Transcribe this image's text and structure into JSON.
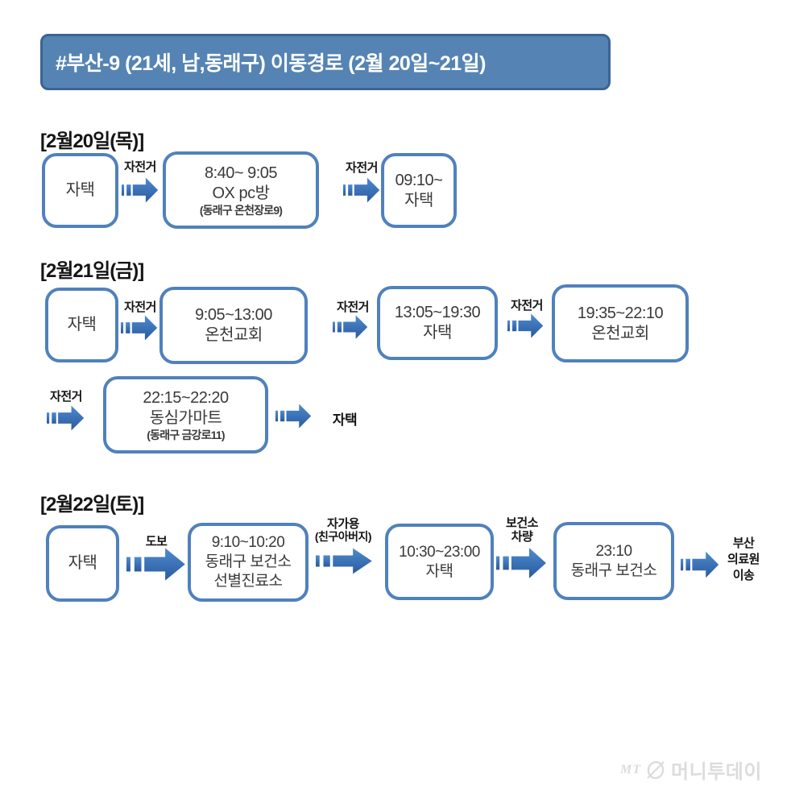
{
  "title": "#부산-9 (21세, 남,동래구) 이동경로 (2월 20일~21일)",
  "day1": {
    "label": "[2월20일(목)]",
    "home": "자택",
    "arrow1_label": "자전거",
    "stop1": {
      "time": "8:40~ 9:05",
      "place": "OX pc방",
      "address": "(동래구 온천장로9)"
    },
    "arrow2_label": "자전거",
    "stop2": {
      "time": "09:10~",
      "place": "자택"
    }
  },
  "day2": {
    "label": "[2월21일(금)]",
    "home": "자택",
    "arrow1_label": "자전거",
    "stop1": {
      "time": "9:05~13:00",
      "place": "온천교회"
    },
    "arrow2_label": "자전거",
    "stop2": {
      "time": "13:05~19:30",
      "place": "자택"
    },
    "arrow3_label": "자전거",
    "stop3": {
      "time": "19:35~22:10",
      "place": "온천교회"
    },
    "arrow4_label": "자전거",
    "stop4": {
      "time": "22:15~22:20",
      "place": "동심가마트",
      "address": "(동래구 금강로11)"
    },
    "end": "자택"
  },
  "day3": {
    "label": "[2월22일(토)]",
    "home": "자택",
    "arrow1_label": "도보",
    "stop1": {
      "time": "9:10~10:20",
      "place": "동래구 보건소",
      "place2": "선별진료소"
    },
    "arrow2_label1": "자가용",
    "arrow2_label2": "(친구아버지)",
    "stop2": {
      "time": "10:30~23:00",
      "place": "자택"
    },
    "arrow3_label1": "보건소",
    "arrow3_label2": "차량",
    "stop3": {
      "time": "23:10",
      "place": "동래구 보건소"
    },
    "end1": "부산",
    "end2": "의료원",
    "end3": "이송"
  },
  "watermark": {
    "mt": "MT",
    "name": "머니투데이"
  },
  "colors": {
    "header_fill": "#5584b4",
    "header_border": "#3d6391",
    "box_border": "#4f81bd",
    "arrow_light": "#4e8bd0",
    "arrow_dark": "#2a5a9d",
    "text": "#3a3a3a"
  }
}
